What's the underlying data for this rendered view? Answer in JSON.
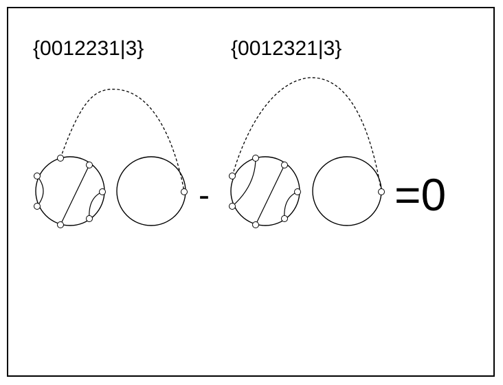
{
  "labels": {
    "left": "{0012231|3}",
    "right": "{0012321|3}"
  },
  "operators": {
    "minus": "-",
    "equals": "=0"
  }
}
